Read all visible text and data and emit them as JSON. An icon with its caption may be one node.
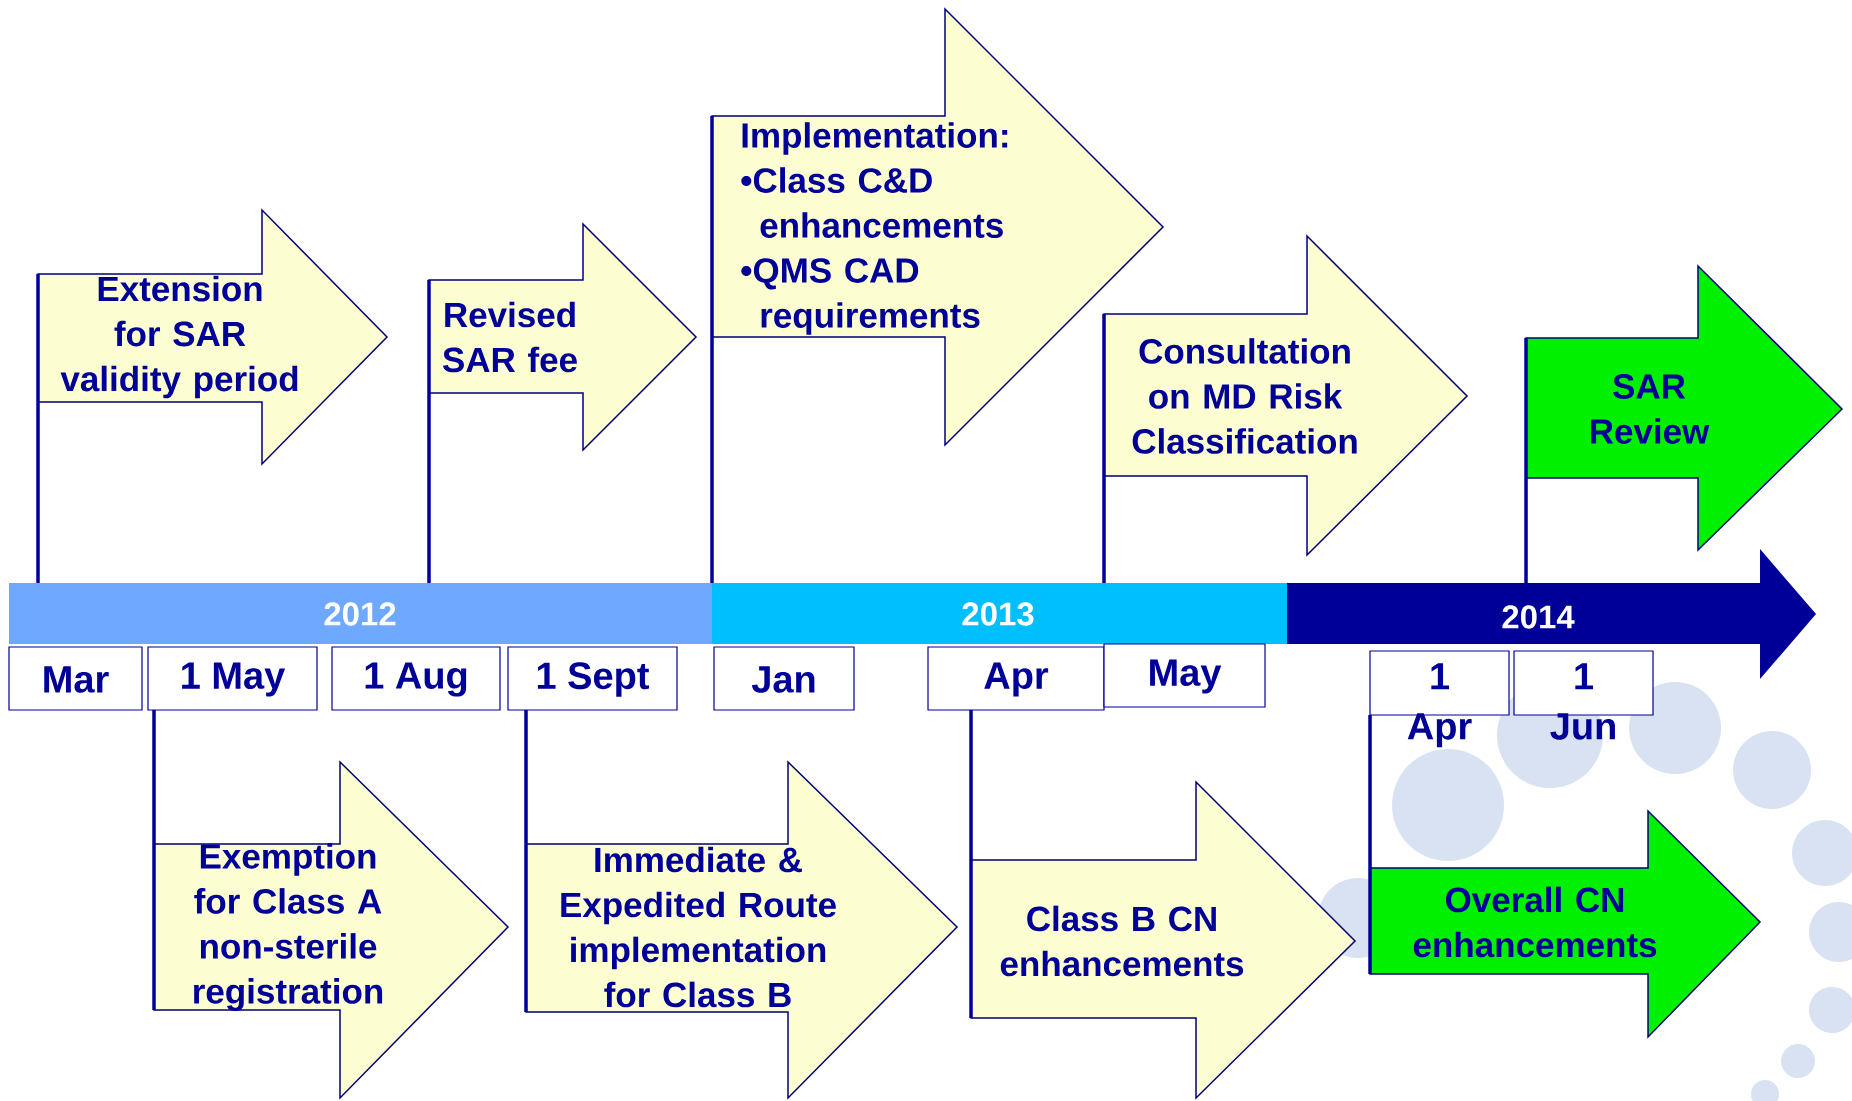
{
  "diagram": {
    "nodes": [
      {
        "text": [
          "Extension for SAR validity period"
        ]
      },
      {
        "text": [
          "Revised SAR fee"
        ]
      },
      {
        "text": [
          "Implementation:",
          "•Class C&D enhancements",
          "•QMS CAD requirements"
        ]
      },
      {
        "text": [
          "Consultation on MD Risk Classification"
        ]
      },
      {
        "text": [
          "SAR Review"
        ]
      },
      {
        "text": [
          "2012"
        ]
      },
      {
        "text": [
          "2013"
        ]
      },
      {
        "text": [
          "2014"
        ]
      },
      {
        "text": [
          "Mar"
        ]
      },
      {
        "text": [
          "1 May"
        ]
      },
      {
        "text": [
          "1 Aug"
        ]
      },
      {
        "text": [
          "1 Sept"
        ]
      },
      {
        "text": [
          "Jan"
        ]
      },
      {
        "text": [
          "Apr"
        ]
      },
      {
        "text": [
          "May"
        ]
      },
      {
        "text": [
          "1 Apr"
        ]
      },
      {
        "text": [
          "1 Jun"
        ]
      },
      {
        "text": [
          "Exemption for Class A non-sterile registration"
        ]
      },
      {
        "text": [
          "Immediate & Expedited Route implementation for Class B"
        ]
      },
      {
        "text": [
          "Class B CN enhancements"
        ]
      },
      {
        "text": [
          "Overall CN enhancements"
        ]
      }
    ],
    "edges": [
      {
        "from": 0,
        "to": 5,
        "arrow": "none"
      },
      {
        "from": 1,
        "to": 5,
        "arrow": "none"
      },
      {
        "from": 2,
        "to": 6,
        "arrow": "none"
      },
      {
        "from": 3,
        "to": 6,
        "arrow": "none"
      },
      {
        "from": 4,
        "to": 7,
        "arrow": "none"
      },
      {
        "from": 9,
        "to": 17,
        "arrow": "none"
      },
      {
        "from": 11,
        "to": 18,
        "arrow": "none"
      },
      {
        "from": 13,
        "to": 19,
        "arrow": "none"
      },
      {
        "from": 15,
        "to": 20,
        "arrow": "none"
      }
    ]
  }
}
